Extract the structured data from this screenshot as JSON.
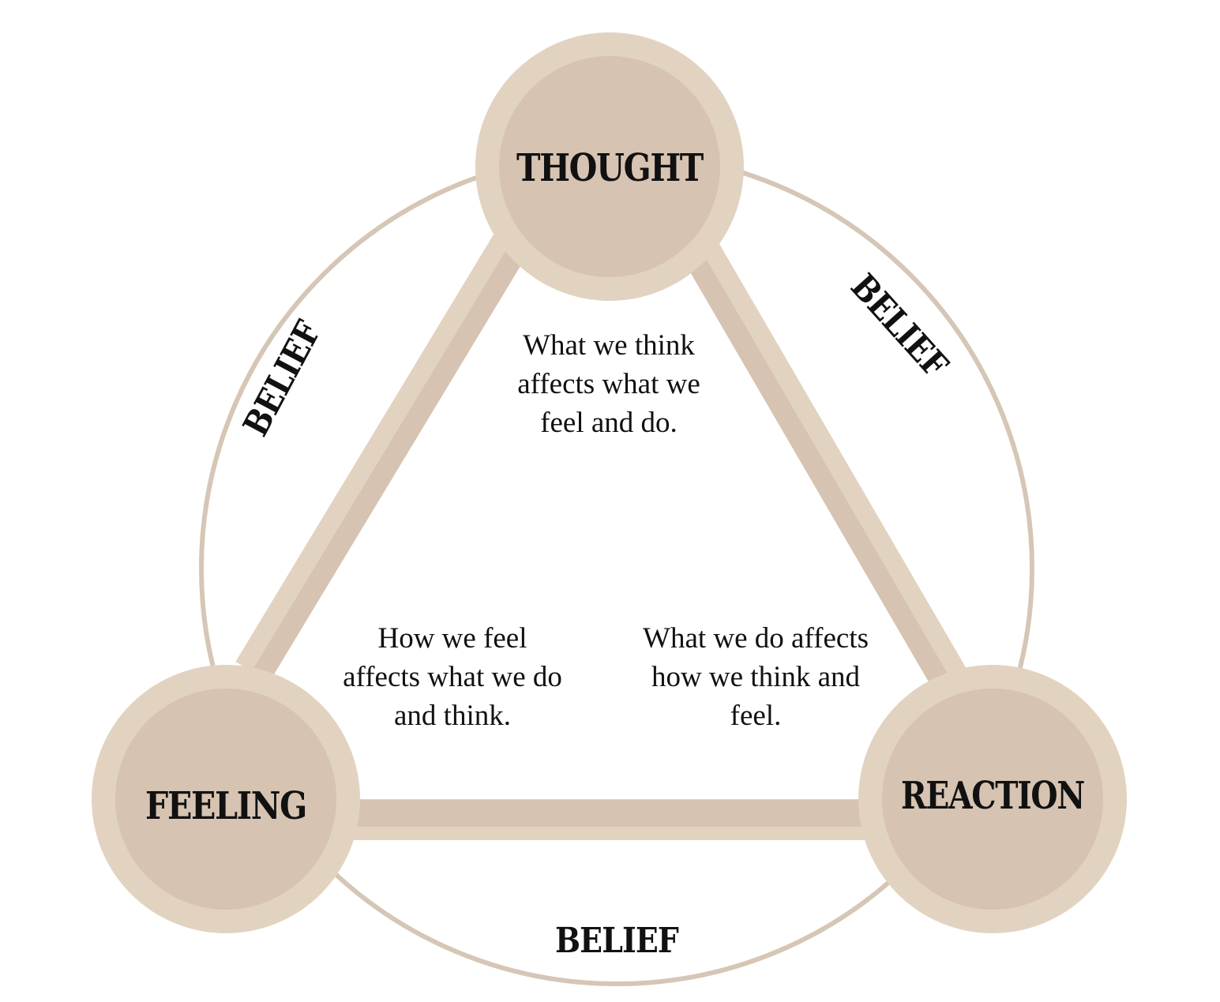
{
  "colors": {
    "background": "#ffffff",
    "ring": "#d6c6b5",
    "node_outer": "#e2d3c0",
    "node_inner": "#d6c3b1",
    "bar_light": "#e2d3c0",
    "bar_dark": "#d6c3b1",
    "text": "#111111"
  },
  "nodes": {
    "thought": "THOUGHT",
    "feeling": "FEELING",
    "reaction": "REACTION"
  },
  "beliefs": {
    "left": "BELIEF",
    "right": "BELIEF",
    "bottom": "BELIEF"
  },
  "descriptions": {
    "thought": [
      "What we think",
      "affects what we",
      "feel and do."
    ],
    "feeling": [
      "How we feel",
      "affects what we do",
      "and think."
    ],
    "reaction": [
      "What we do affects",
      "how we think and",
      "feel."
    ]
  }
}
